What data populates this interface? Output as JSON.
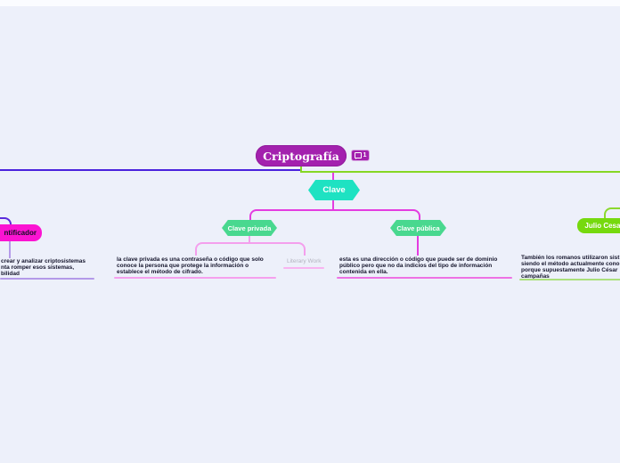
{
  "app": {
    "background": "#edf0fa",
    "top_strip_color": "#fbfcff"
  },
  "root": {
    "label": "Criptografía",
    "fill": "#a321ae",
    "text_color": "#ffffff",
    "comment_badge": {
      "count": "1",
      "icon": "comment-bubble-icon",
      "fill": "#a321ae",
      "border": "#d9aae2"
    }
  },
  "connectors": {
    "main_left_color": "#4a22dd",
    "main_right_color": "#86d724",
    "magenta_color": "#e43ce0",
    "pink_color": "#f49fed",
    "light_purple_color": "#b49ae9",
    "green_color": "#8bd92e"
  },
  "nodes": {
    "clave": {
      "label": "Clave",
      "fill": "#1ee2c2",
      "text_color": "#ffffff"
    },
    "clave_privada": {
      "label": "Clave privada",
      "fill": "#49d88f",
      "text_color": "#ffffff"
    },
    "clave_publica": {
      "label": "Clave pública",
      "fill": "#49d88f",
      "text_color": "#ffffff"
    },
    "identificador": {
      "label": "ntificador",
      "fill": "#fb14d2",
      "text_color": "#101020"
    },
    "julio_cesar": {
      "label": "Julio Cesar",
      "fill": "#76d90e",
      "text_color": "#ffffff"
    },
    "literary_work": {
      "label": "Literary Work",
      "text_color": "#b3b3bf",
      "underline_color": "#f8b4f0"
    }
  },
  "texts": {
    "left_block": {
      "lines": [
        "crear y analizar criptosistemas",
        "nta romper esos sistemas,",
        "bilidad"
      ],
      "underline_color": "#b49ae9"
    },
    "clave_privada_desc": {
      "lines": [
        "la clave privada es una contraseña o código que solo",
        "conoce la persona que protege la información o",
        "establece el método de cifrado."
      ],
      "underline_color": "#f6a0ee"
    },
    "clave_publica_desc": {
      "lines": [
        "esta es una dirección o código que puede ser de dominio",
        "público pero que no da indicios del tipo de información",
        "contenida en ella."
      ],
      "underline_color": "#ee72e4"
    },
    "julio_cesar_desc": {
      "lines": [
        "También los romanos utilizaron sist",
        "siendo el método actualmente cono",
        "porque supuestamente Julio César",
        "campañas"
      ],
      "underline_color": "#abe07c"
    }
  }
}
